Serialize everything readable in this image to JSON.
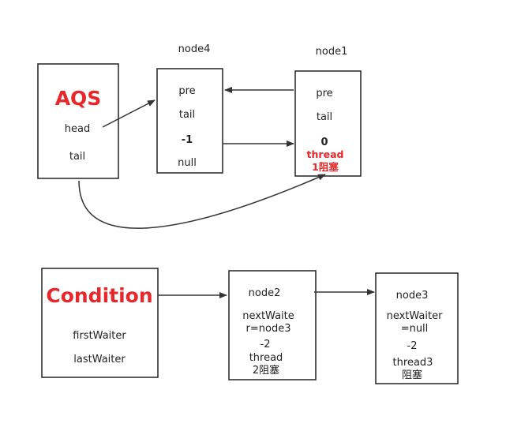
{
  "colors": {
    "accent_red": "#e8272a",
    "stroke": "#222222",
    "text": "#222222"
  },
  "aqs": {
    "title": "AQS",
    "head": "head",
    "tail": "tail"
  },
  "node4": {
    "name": "node4",
    "pre": "pre",
    "tail": "tail",
    "value": "-1",
    "null": "null"
  },
  "node1": {
    "name": "node1",
    "pre": "pre",
    "tail": "tail",
    "value": "0",
    "thread": "thread",
    "status": "1阻塞"
  },
  "condition": {
    "title": "Condition",
    "first_waiter": "firstWaiter",
    "last_waiter": "lastWaiter"
  },
  "node2": {
    "name": "node2",
    "next_waiter_line1": "nextWaite",
    "next_waiter_line2": "r=node3",
    "value": "-2",
    "thread": "thread",
    "status": "2阻塞"
  },
  "node3": {
    "name": "node3",
    "next_waiter_line1": "nextWaiter",
    "next_waiter_line2": "=null",
    "value": "-2",
    "thread": "thread3",
    "status": "阻塞"
  }
}
